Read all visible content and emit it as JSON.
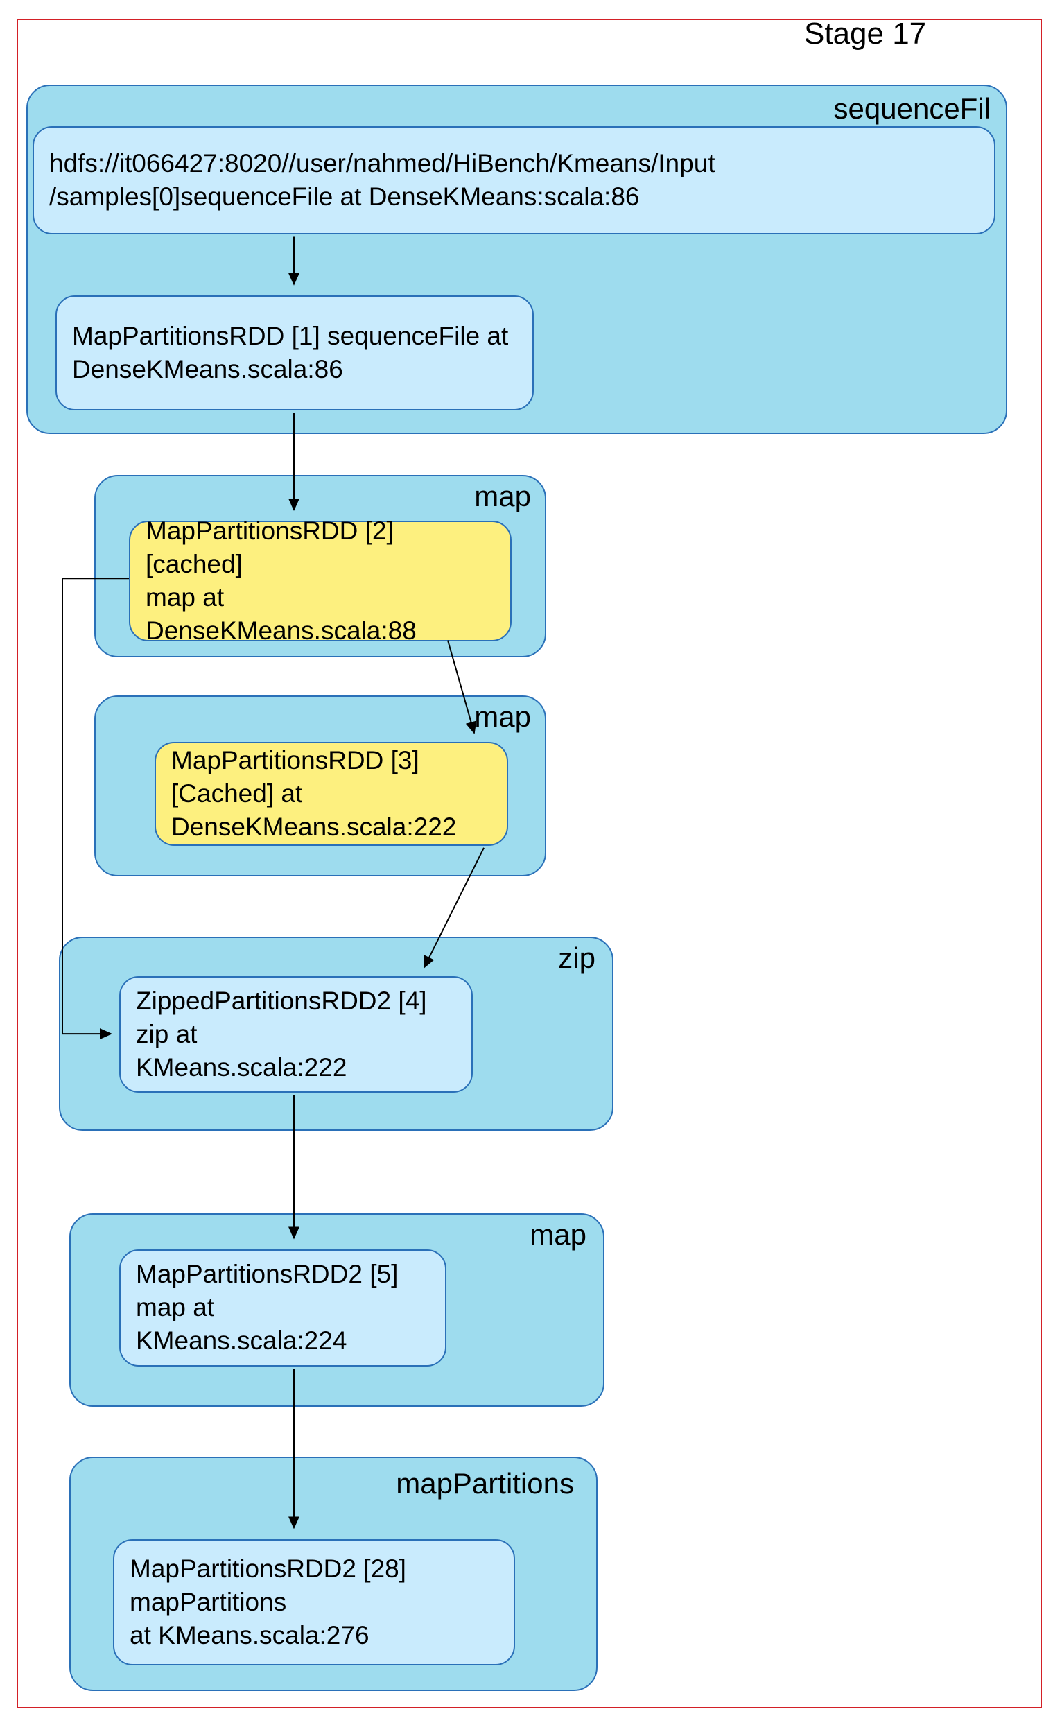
{
  "stage": {
    "title": "Stage 17",
    "frame_color": "#d32027"
  },
  "colors": {
    "scope_fill": "#9edcee",
    "scope_stroke": "#2a70b8",
    "rdd_fill": "#c9ebfd",
    "rdd_cached_fill": "#fdf07f",
    "edge_stroke": "#000000"
  },
  "scopes": [
    {
      "label": "sequenceFil",
      "nodes": [
        {
          "id": 0,
          "label": "hdfs://it066427:8020//user/nahmed/HiBench/Kmeans/Input\n/samples[0]sequenceFile at DenseKMeans:scala:86",
          "cached": false
        },
        {
          "id": 1,
          "label": "MapPartitionsRDD [1] sequenceFile at\nDenseKMeans.scala:86",
          "cached": false
        }
      ]
    },
    {
      "label": "map",
      "nodes": [
        {
          "id": 2,
          "label": "MapPartitionsRDD [2] [cached]\nmap at DenseKMeans.scala:88",
          "cached": true
        }
      ]
    },
    {
      "label": "map",
      "nodes": [
        {
          "id": 3,
          "label": "MapPartitionsRDD [3] [Cached] at\nDenseKMeans.scala:222",
          "cached": true
        }
      ]
    },
    {
      "label": "zip",
      "nodes": [
        {
          "id": 4,
          "label": "ZippedPartitionsRDD2 [4] zip at\nKMeans.scala:222",
          "cached": false
        }
      ]
    },
    {
      "label": "map",
      "nodes": [
        {
          "id": 5,
          "label": "MapPartitionsRDD2 [5] map at\nKMeans.scala:224",
          "cached": false
        }
      ]
    },
    {
      "label": "mapPartitions",
      "nodes": [
        {
          "id": 28,
          "label": "MapPartitionsRDD2 [28] mapPartitions\nat  KMeans.scala:276",
          "cached": false
        }
      ]
    }
  ],
  "edges": [
    {
      "from": 0,
      "to": 1
    },
    {
      "from": 1,
      "to": 2
    },
    {
      "from": 2,
      "to": 3
    },
    {
      "from": 3,
      "to": 4
    },
    {
      "from": 2,
      "to": 4
    },
    {
      "from": 4,
      "to": 5
    },
    {
      "from": 5,
      "to": 28
    }
  ]
}
